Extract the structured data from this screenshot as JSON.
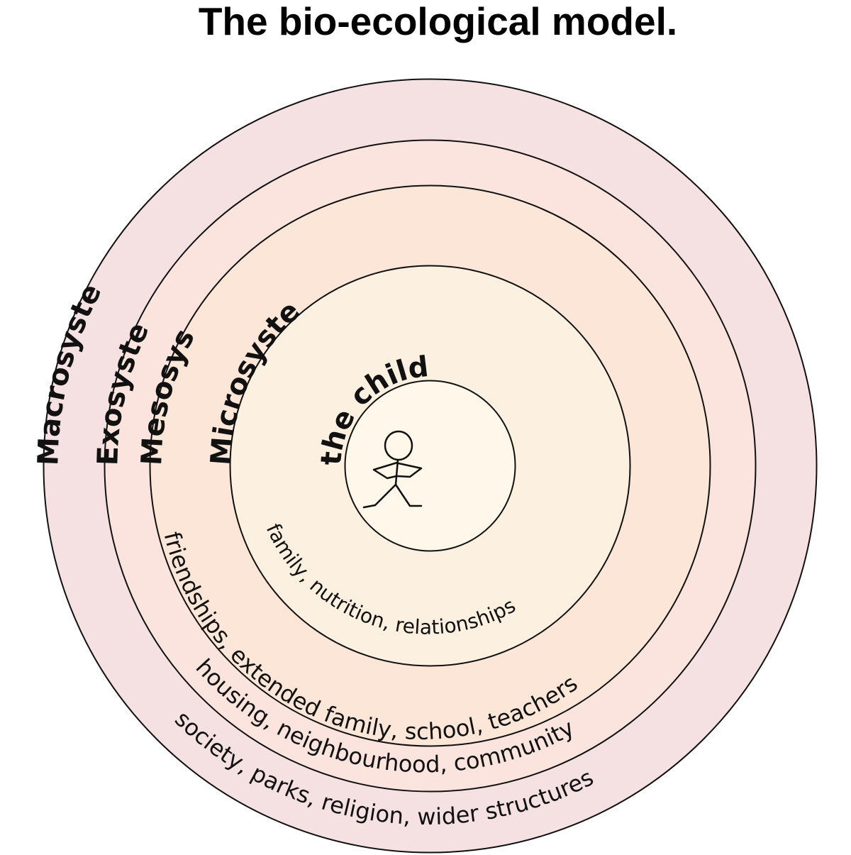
{
  "title": "The bio-ecological model.",
  "colors": {
    "macrosystem": "#F5E0E2",
    "exosystem": "#FBE3DE",
    "mesosystem": "#FCE6D8",
    "microsystem": "#FCF0E0",
    "child": "#FEF7EA",
    "stroke": "#111111"
  },
  "rings": {
    "macrosystem": {
      "label": "Macrosystem",
      "items": "society, parks, religion, wider structures"
    },
    "exosystem": {
      "label": "Exosystem",
      "items": "housing, neighbourhood, community"
    },
    "mesosystem": {
      "label": "Mesosystem",
      "items": "friendships, extended family, school, teachers"
    },
    "microsystem": {
      "label": "Microsystem",
      "items": "family, nutrition, relationships"
    },
    "child": {
      "label": "the child",
      "icon": "stick-figure-icon"
    }
  }
}
